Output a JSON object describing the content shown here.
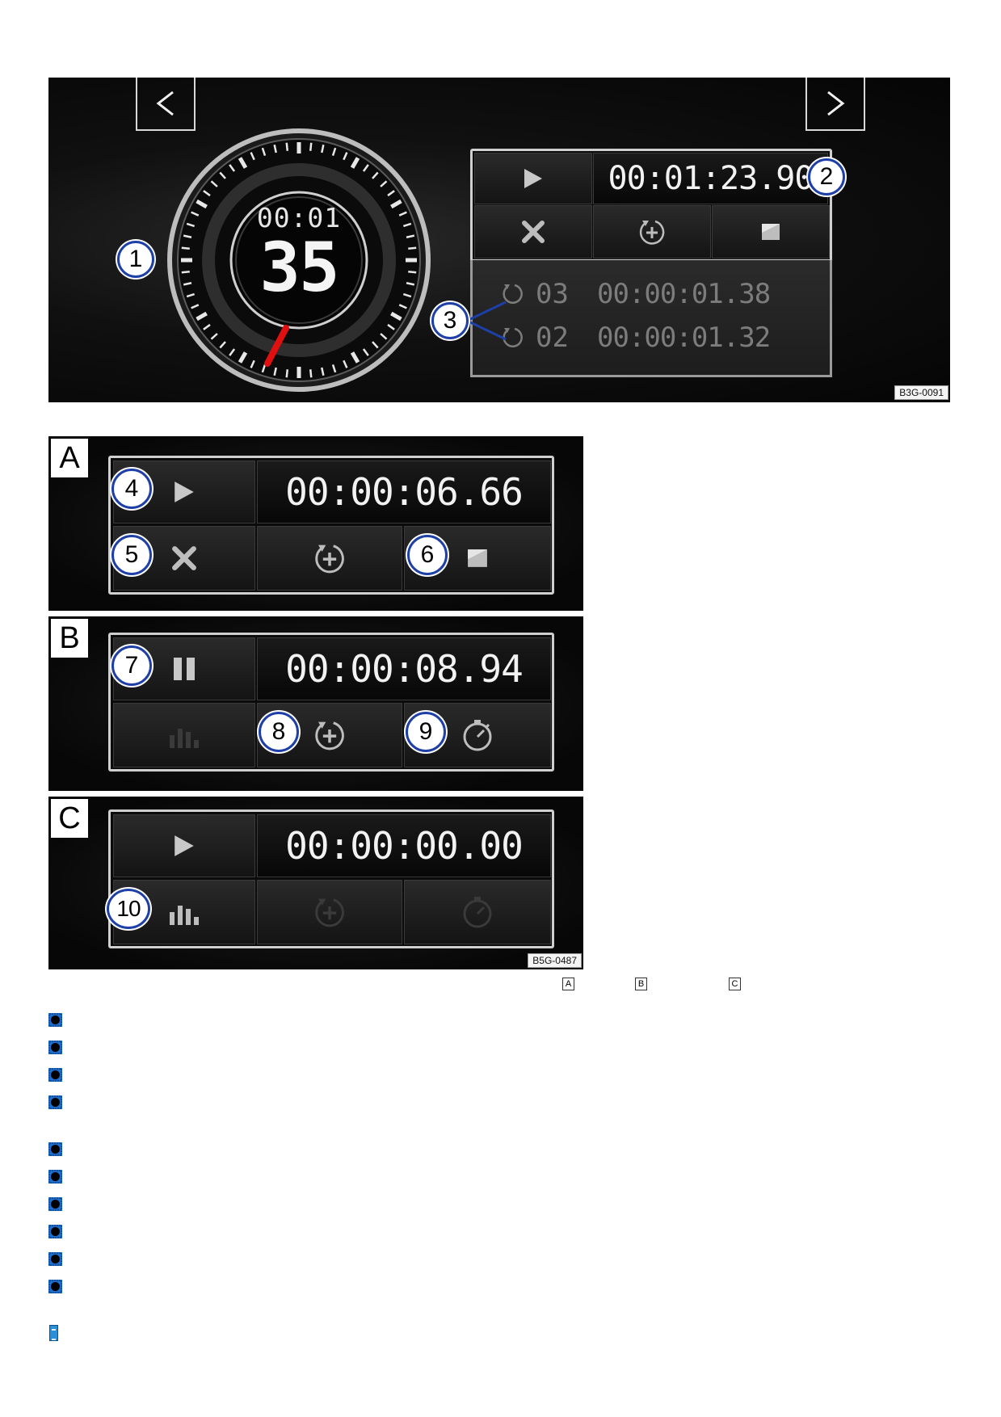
{
  "figure_top": {
    "code": "B3G-0091",
    "dial": {
      "time_small": "00:01",
      "seconds": "35"
    },
    "control_panel": {
      "time": "00:01:23.90"
    },
    "laps": [
      {
        "number": "03",
        "time": "00:00:01.38"
      },
      {
        "number": "02",
        "time": "00:00:01.32"
      }
    ],
    "callouts": [
      "1",
      "2",
      "3"
    ]
  },
  "figure_bottom": {
    "code": "B5G-0487",
    "sections": [
      {
        "tag": "A",
        "time": "00:00:06.66",
        "callouts": [
          "4",
          "5",
          "6"
        ]
      },
      {
        "tag": "B",
        "time": "00:00:08.94",
        "callouts": [
          "7",
          "8",
          "9"
        ]
      },
      {
        "tag": "C",
        "time": "00:00:00.00",
        "callouts": [
          "10"
        ]
      }
    ]
  },
  "legend_letters": [
    "A",
    "B",
    "C"
  ],
  "icons": {
    "previous": "chevron-left-icon",
    "next": "chevron-right-icon",
    "play": "play-icon",
    "reset": "x-icon",
    "lap": "lap-plus-icon",
    "stop": "stop-icon",
    "pause": "pause-icon",
    "stats": "bar-chart-icon",
    "stopwatch": "stopwatch-icon",
    "bullet": "bullet-icon",
    "note": "note-icon"
  },
  "colors": {
    "accent_red": "#e01010",
    "callout_border": "#1d3fa6",
    "note_blue": "#2a8fd6"
  }
}
